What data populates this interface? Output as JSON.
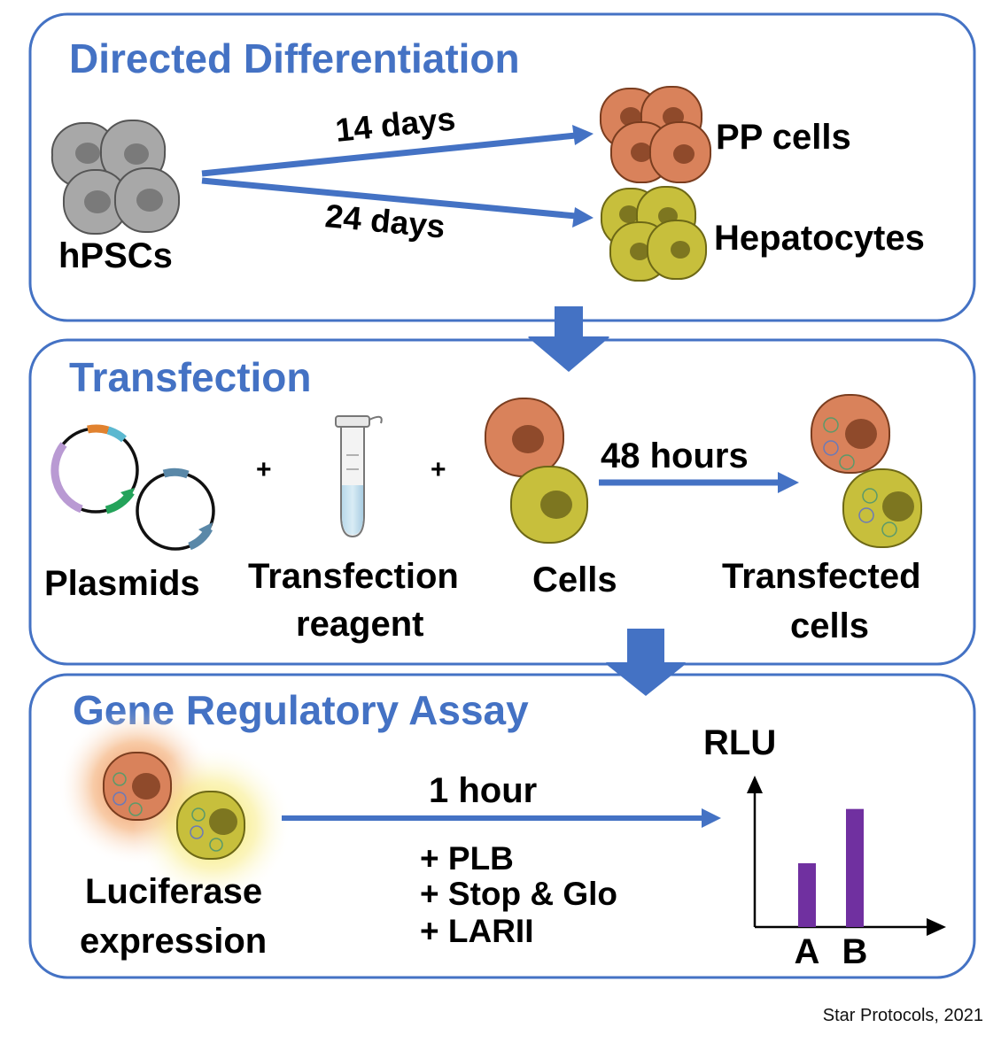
{
  "colors": {
    "panel_border": "#4472c4",
    "arrow": "#4472c4",
    "title": "#4472c4",
    "stem_cell": "#a8a8a8",
    "pp_cell": "#d9825b",
    "hepatocyte": "#c7bf3c",
    "bar": "#7030a0"
  },
  "panel1": {
    "title": "Directed Differentiation",
    "source_label": "hPSCs",
    "arrow_top_label": "14 days",
    "arrow_bottom_label": "24 days",
    "target_top_label": "PP cells",
    "target_bottom_label": "Hepatocytes"
  },
  "panel2": {
    "title": "Transfection",
    "plus": "+",
    "plasmids_label": "Plasmids",
    "reagent_label_line1": "Transfection",
    "reagent_label_line2": "reagent",
    "cells_label": "Cells",
    "arrow_label": "48 hours",
    "result_label_line1": "Transfected",
    "result_label_line2": "cells"
  },
  "panel3": {
    "title": "Gene Regulatory Assay",
    "source_label_line1": "Luciferase",
    "source_label_line2": "expression",
    "arrow_label": "1 hour",
    "steps": [
      "+ PLB",
      "+ Stop & Glo",
      "+ LARII"
    ],
    "chart_ylabel": "RLU"
  },
  "chart_data": {
    "type": "bar",
    "categories": [
      "A",
      "B"
    ],
    "values": [
      0.54,
      1.0
    ],
    "title": "",
    "xlabel": "",
    "ylabel": "RLU",
    "ylim": [
      0,
      1.2
    ],
    "grid": false
  },
  "credit": "Star Protocols, 2021"
}
